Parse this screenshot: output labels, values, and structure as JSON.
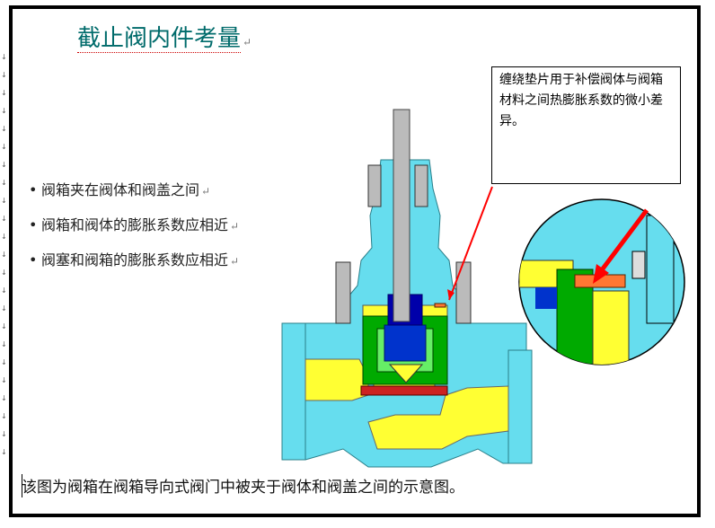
{
  "slide": {
    "title": "截止阀内件考量",
    "paragraph_mark": "↵",
    "bullets": [
      {
        "symbol": "•",
        "text": "阀箱夹在阀体和阀盖之间"
      },
      {
        "symbol": "•",
        "text": "阀箱和阀体的膨胀系数应相近"
      },
      {
        "symbol": "•",
        "text": "阀塞和阀箱的膨胀系数应相近"
      }
    ],
    "callout": "缠绕垫片用于补偿阀体与阀箱材料之间热膨胀系数的微小差异。",
    "caption": "该图为阀箱在阀箱导向式阀门中被夹于阀体和阀盖之间的示意图。"
  },
  "colors": {
    "title": "#006b6b",
    "body": "#66ddee",
    "yellow": "#ffff33",
    "green": "#00aa00",
    "blue": "#0033cc",
    "red_arrow": "#ff0000"
  }
}
